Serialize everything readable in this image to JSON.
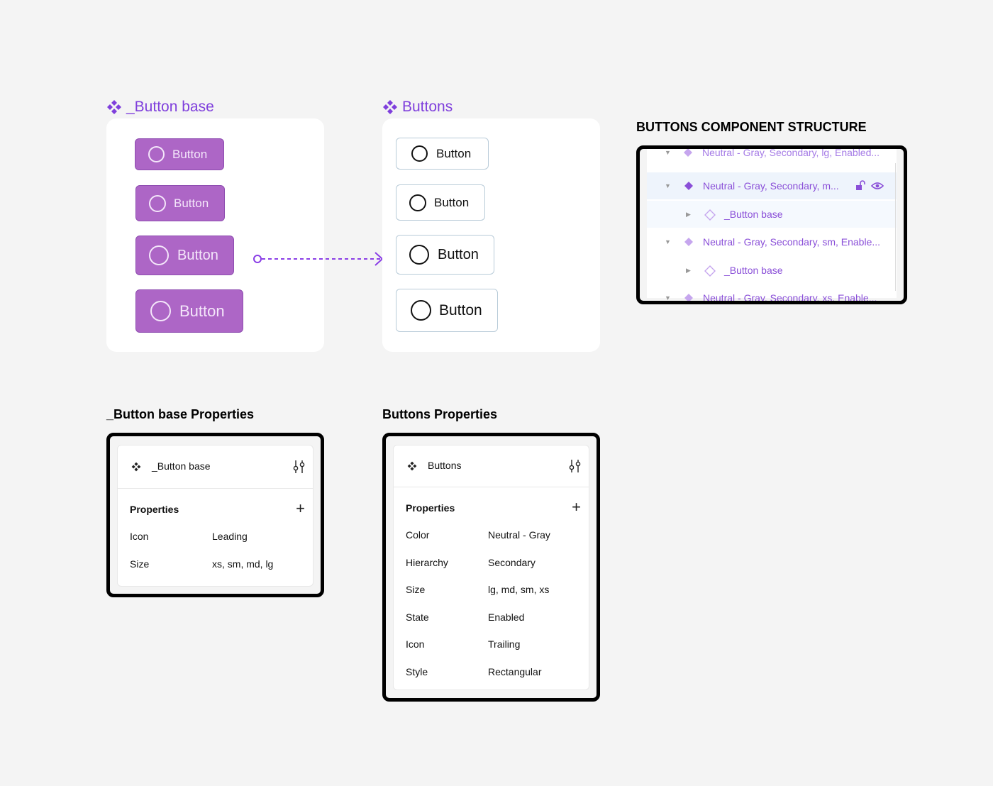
{
  "base_component": {
    "title": "_Button base",
    "buttons": [
      {
        "label": "Button",
        "size": "xs"
      },
      {
        "label": "Button",
        "size": "sm"
      },
      {
        "label": "Button",
        "size": "md"
      },
      {
        "label": "Button",
        "size": "lg"
      }
    ]
  },
  "buttons_component": {
    "title": "Buttons",
    "buttons": [
      {
        "label": "Button",
        "size": "xs"
      },
      {
        "label": "Button",
        "size": "sm"
      },
      {
        "label": "Button",
        "size": "md"
      },
      {
        "label": "Button",
        "size": "lg"
      }
    ]
  },
  "structure": {
    "heading": "BUTTONS COMPONENT STRUCTURE",
    "layers": [
      {
        "label": "Neutral - Gray, Secondary, lg, Enabled...",
        "icon": "component-icon",
        "state": "partial-top"
      },
      {
        "label": "Neutral - Gray, Secondary, m...",
        "icon": "component-icon",
        "state": "selected",
        "expanded": true
      },
      {
        "label": "_Button base",
        "icon": "instance-icon",
        "state": "child-selected"
      },
      {
        "label": "Neutral - Gray, Secondary, sm, Enable...",
        "icon": "component-icon",
        "state": "normal",
        "expanded": true
      },
      {
        "label": "_Button base",
        "icon": "instance-icon",
        "state": "normal"
      },
      {
        "label": "Neutral - Gray, Secondary, xs, Enable...",
        "icon": "component-icon",
        "state": "partial-bottom"
      }
    ]
  },
  "base_properties": {
    "heading": "_Button base Properties",
    "component_name": "_Button base",
    "section_label": "Properties",
    "rows": [
      {
        "key": "Icon",
        "value": "Leading"
      },
      {
        "key": "Size",
        "value": "xs, sm, md, lg"
      }
    ]
  },
  "buttons_properties": {
    "heading": "Buttons Properties",
    "component_name": "Buttons",
    "section_label": "Properties",
    "rows": [
      {
        "key": "Color",
        "value": "Neutral - Gray"
      },
      {
        "key": "Hierarchy",
        "value": "Secondary"
      },
      {
        "key": "Size",
        "value": "lg, md, sm, xs"
      },
      {
        "key": "State",
        "value": "Enabled"
      },
      {
        "key": "Icon",
        "value": "Trailing"
      },
      {
        "key": "Style",
        "value": "Rectangular"
      }
    ]
  },
  "colors": {
    "accent": "#7f3fdc",
    "base_button_fill": "#ad66c6",
    "layer_text": "#8a4fd8",
    "selected_row": "#eef4fc"
  }
}
